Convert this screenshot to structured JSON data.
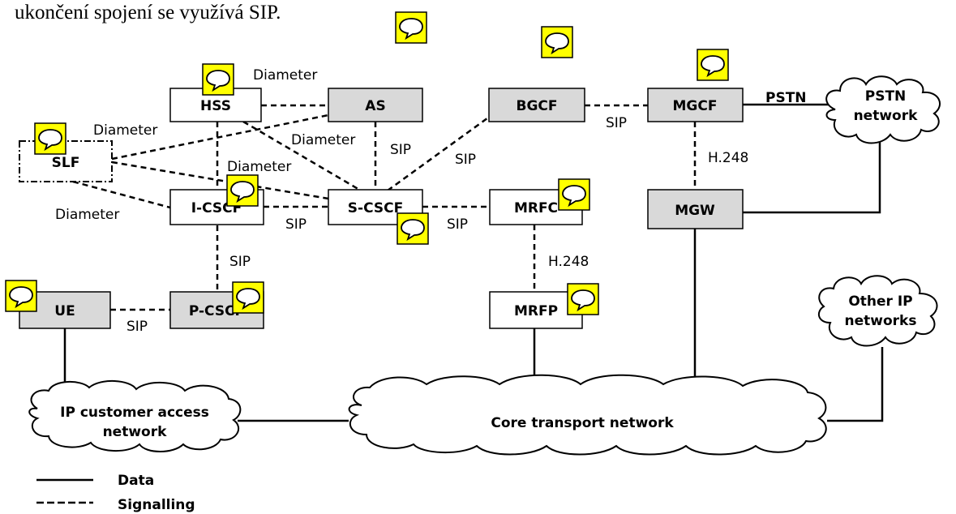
{
  "intro_text": "ukončení spojení se využívá SIP.",
  "nodes": {
    "hss": "HSS",
    "as": "AS",
    "bgcf": "BGCF",
    "mgcf": "MGCF",
    "slf": "SLF",
    "icscf": "I-CSCF",
    "scscf": "S-CSCF",
    "mrfc": "MRFC",
    "mgw": "MGW",
    "ue": "UE",
    "pcscf": "P-CSCF",
    "mrfp": "MRFP"
  },
  "clouds": {
    "pstn": [
      "PSTN",
      "network"
    ],
    "other_ip": [
      "Other IP",
      "networks"
    ],
    "access": [
      "IP customer access",
      "network"
    ],
    "core": "Core transport network"
  },
  "link_labels": {
    "hss_as": "Diameter",
    "slf_hss": "Diameter",
    "hss_scscf": "Diameter",
    "slf_scscf": "Diameter",
    "slf_icscf": "Diameter",
    "as_scscf": "SIP",
    "scscf_bgcf": "SIP",
    "bgcf_mgcf": "SIP",
    "mgcf_pstn": "PSTN",
    "mgcf_mgw": "H.248",
    "icscf_scscf": "SIP",
    "scscf_mrfc": "SIP",
    "icscf_pcscf": "SIP",
    "mrfc_mrfp": "H.248",
    "ue_pcscf": "SIP"
  },
  "legend": {
    "data": "Data",
    "signalling": "Signalling"
  },
  "colors": {
    "box_gray": "#d9d9d9",
    "box_white": "#ffffff",
    "comment_icon": "#ffff00"
  },
  "comment_icons": [
    "speech-bubble-icon",
    "speech-bubble-icon",
    "speech-bubble-icon",
    "speech-bubble-icon",
    "speech-bubble-icon",
    "speech-bubble-icon",
    "speech-bubble-icon",
    "speech-bubble-icon",
    "speech-bubble-icon",
    "speech-bubble-icon",
    "speech-bubble-icon"
  ]
}
